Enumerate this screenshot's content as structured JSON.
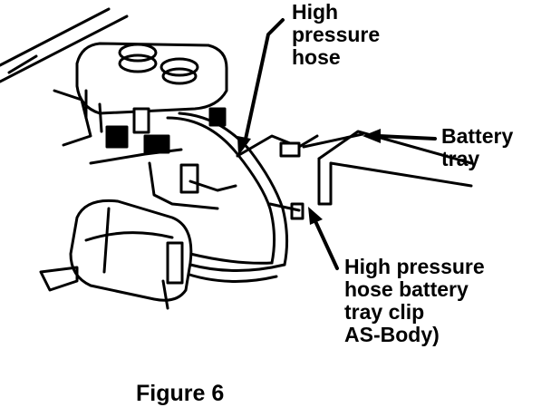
{
  "callouts": {
    "high_pressure_hose": [
      "High",
      "pressure",
      "hose"
    ],
    "battery_tray": [
      "Battery",
      "tray"
    ],
    "clip": [
      "High pressure",
      "hose battery",
      "tray clip",
      "AS-Body)"
    ]
  },
  "caption": "Figure 6",
  "colors": {
    "ink": "#000000",
    "background": "#ffffff"
  }
}
